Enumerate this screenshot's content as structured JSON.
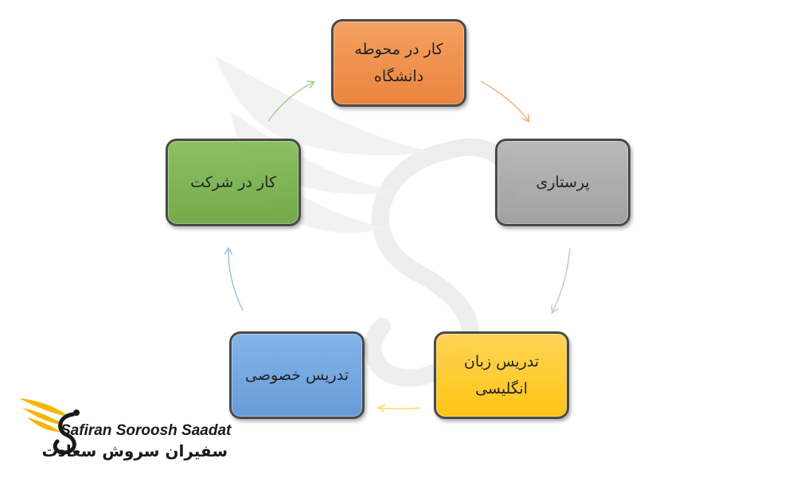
{
  "diagram": {
    "type": "cycle",
    "nodes": [
      {
        "id": "campus-work",
        "label": "کار در محوطه دانشگاه",
        "color": "#ED7D31"
      },
      {
        "id": "nursing",
        "label": "پرستاری",
        "color": "#A5A5A5"
      },
      {
        "id": "english-teaching",
        "label": "تدریس زبان انگلیسی",
        "color": "#FFC000"
      },
      {
        "id": "private-tutoring",
        "label": "تدریس خصوصی",
        "color": "#5B9BD5"
      },
      {
        "id": "company-work",
        "label": "کار در شرکت",
        "color": "#70AD47"
      }
    ],
    "edges": [
      {
        "from": "campus-work",
        "to": "nursing",
        "color": "#F4B183"
      },
      {
        "from": "nursing",
        "to": "english-teaching",
        "color": "#C9C9C9"
      },
      {
        "from": "english-teaching",
        "to": "private-tutoring",
        "color": "#FFD966"
      },
      {
        "from": "private-tutoring",
        "to": "company-work",
        "color": "#9DC3E6"
      },
      {
        "from": "company-work",
        "to": "campus-work",
        "color": "#A9D18E"
      }
    ]
  },
  "logo": {
    "text_en": "Safiran Soroosh Saadat",
    "text_fa": "سفیران سروش سعادت",
    "brand_color": "#F2B705"
  }
}
